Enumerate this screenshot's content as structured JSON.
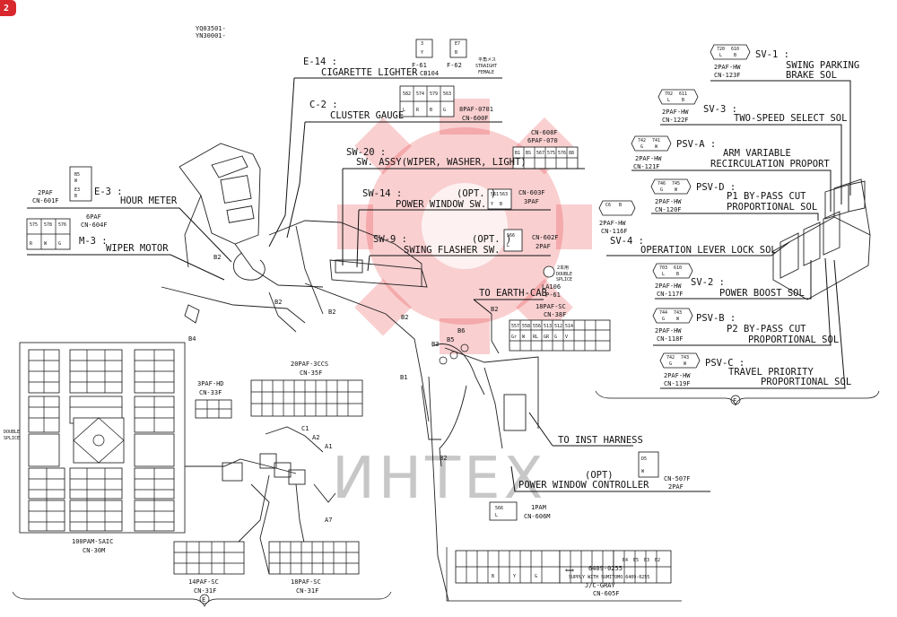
{
  "page_badge": "2",
  "doc_serials": [
    "YQ03501-",
    "YN30001-"
  ],
  "watermark_text": "ИНТЕХ",
  "colors": {
    "watermark": "#e3262b",
    "line": "#111111"
  },
  "callouts": {
    "e14": {
      "code": "E-14 :",
      "name": "CIGARETTE LIGHTER"
    },
    "c2": {
      "code": "C-2 :",
      "name": "CLUSTER GAUGE"
    },
    "sw20": {
      "code": "SW-20 :",
      "name": "SW. ASSY(WIPER, WASHER, LIGHT)"
    },
    "sw14": {
      "code": "SW-14 :",
      "opt": "(OPT. )",
      "name": "POWER WINDOW SW."
    },
    "sw9": {
      "code": "SW-9 :",
      "opt": "(OPT. )",
      "name": "SWING FLASHER SW."
    },
    "e3": {
      "code": "E-3 :",
      "name": "HOUR METER"
    },
    "m3": {
      "code": "M-3 :",
      "name": "WIPER MOTOR"
    },
    "sv1": {
      "code": "SV-1 :",
      "name1": "SWING PARKING",
      "name2": "BRAKE SOL"
    },
    "sv3": {
      "code": "SV-3 :",
      "name": "TWO-SPEED SELECT SOL"
    },
    "psva": {
      "code": "PSV-A :",
      "name1": "ARM VARIABLE",
      "name2": "RECIRCULATION PROPORT"
    },
    "psvd": {
      "code": "PSV-D :",
      "name1": "P1 BY-PASS CUT",
      "name2": "PROPORTIONAL SOL"
    },
    "sv4": {
      "code": "SV-4 :",
      "name": "OPERATION LEVER LOCK SOL"
    },
    "sv2": {
      "code": "SV-2 :",
      "name": "POWER BOOST SOL"
    },
    "psvb": {
      "code": "PSV-B :",
      "name1": "P2 BY-PASS CUT",
      "name2": "PROPORTIONAL SOL"
    },
    "psvc": {
      "code": "PSV-C :",
      "name1": "TRAVEL PRIORITY",
      "name2": "PROPORTIONAL SOL"
    },
    "earth": {
      "name": "TO EARTH-CAB"
    },
    "inst": {
      "name": "TO INST HARNESS"
    },
    "pwc": {
      "opt": "(OPT)",
      "name": "POWER WINDOW CONTROLLER"
    }
  },
  "connectors": {
    "f61": {
      "id": "F-61",
      "pin": "Y"
    },
    "f62": {
      "id": "F-62",
      "pin": "B"
    },
    "female": {
      "jp": "平角メス",
      "l1": "STRAIGHT",
      "l2": "FEMALE"
    },
    "cb104": "CB104",
    "cn600f": {
      "type": "8PAF-0701",
      "id": "CN-600F"
    },
    "cn608f": {
      "id": "CN-608F",
      "type": "6PAF-070"
    },
    "cn603f": {
      "id": "CN-603F",
      "type": "3PAF"
    },
    "cn602f": {
      "id": "CN-602F",
      "type": "2PAF"
    },
    "cn601f": {
      "type": "2PAF",
      "id": "CN-601F"
    },
    "cn604f": {
      "type": "6PAF",
      "id": "CN-604F"
    },
    "la106": {
      "id": "LA106",
      "id2": "P-61",
      "pin": "2本用",
      "note1": "DOUBLE",
      "note2": "SPLICE"
    },
    "cn38f": {
      "type": "18PAF-SC",
      "id": "CN-38F"
    },
    "cn35f": {
      "type": "20PAF-3CCS",
      "id": "CN-35F"
    },
    "cn33f": {
      "type": "3PAF-HD",
      "id": "CN-33F"
    },
    "cn30m": {
      "type": "100PAM-SAIC",
      "id": "CN-30M"
    },
    "cn31f_a": {
      "type": "14PAF-SC",
      "id": "CN-31F"
    },
    "cn31f_b": {
      "type": "18PAF-SC",
      "id": "CN-31F"
    },
    "cn507f": {
      "id": "CN-507F",
      "type": "2PAF"
    },
    "cn606m": {
      "type": "1PAM",
      "id": "CN-606M"
    },
    "cn605f": {
      "l1": "6409-0255",
      "l2": "SUPPLY WITH SUMITOMO 6409-0255",
      "l3": "J/C-GRAY",
      "l4": "CN-605F"
    },
    "cn123f": {
      "type": "2PAF-HW",
      "id": "CN-123F"
    },
    "cn122f": {
      "type": "2PAF-HW",
      "id": "CN-122F"
    },
    "cn121f": {
      "type": "2PAF-HW",
      "id": "CN-121F"
    },
    "cn120f": {
      "type": "2PAF-HW",
      "id": "CN-120F"
    },
    "cn116f": {
      "type": "2PAF-HW",
      "id": "CN-116F"
    },
    "cn117f": {
      "type": "2PAF-HW",
      "id": "CN-117F"
    },
    "cn118f": {
      "type": "2PAF-HW",
      "id": "CN-118F"
    },
    "cn119f": {
      "type": "2PAF-HW",
      "id": "CN-119F"
    }
  },
  "fusebox_double_splice": [
    "DOUBLE",
    "SPLICE"
  ],
  "markers": [
    "B2",
    "B2",
    "B4",
    "B2",
    "B2",
    "B3",
    "B5",
    "B6",
    "B2",
    "B1",
    "B2",
    "C1",
    "A2",
    "A1",
    "A7"
  ],
  "section_marks": [
    "E",
    "F"
  ]
}
